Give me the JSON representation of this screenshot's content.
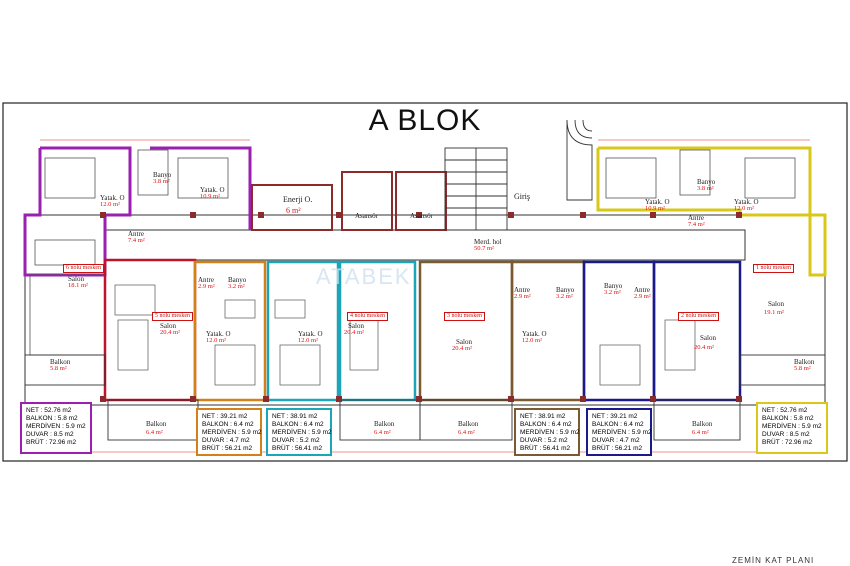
{
  "title": "A BLOK",
  "watermark": "ATABEK",
  "footer": "ZEMİN KAT PLANI",
  "colors": {
    "purple": "#9b1fb0",
    "red": "#c0122a",
    "orange": "#d2801a",
    "teal": "#1aa6b8",
    "brown": "#7a5a2e",
    "navy": "#1a1a8a",
    "yellow": "#d9c81a",
    "wall_accent": "#8b2b2b"
  },
  "units": [
    {
      "label": "6 nolu mesken"
    },
    {
      "label": "5 nolu mesken"
    },
    {
      "label": "4 nolu mesken"
    },
    {
      "label": "3 nolu mesken"
    },
    {
      "label": "2 nolu mesken"
    },
    {
      "label": "1 nolu mesken"
    }
  ],
  "rooms": [
    {
      "name": "Yatak. O",
      "area": "12.0 m²"
    },
    {
      "name": "Yatak. O",
      "area": "10.9 m²"
    },
    {
      "name": "Banyo",
      "area": "3.8 m²"
    },
    {
      "name": "Antre",
      "area": "7.4 m²"
    },
    {
      "name": "Salon",
      "area": "18.1 m²"
    },
    {
      "name": "Balkon",
      "area": "5.8 m²"
    },
    {
      "name": "Enerji O.",
      "area": "6 m²"
    },
    {
      "name": "Asansör",
      "area": ""
    },
    {
      "name": "Asansör",
      "area": ""
    },
    {
      "name": "Giriş",
      "area": ""
    },
    {
      "name": "Merd. hol",
      "area": "50.7 m²"
    },
    {
      "name": "Salon",
      "area": "20.4 m²"
    },
    {
      "name": "Yatak. O",
      "area": "12.0 m²"
    },
    {
      "name": "Antre",
      "area": "2.9 m²"
    },
    {
      "name": "Banyo",
      "area": "3.2 m²"
    },
    {
      "name": "Balkon",
      "area": "6.4 m²"
    },
    {
      "name": "Salon",
      "area": "20.4 m²"
    },
    {
      "name": "Yatak. O",
      "area": "12.0 m²"
    },
    {
      "name": "Balkon",
      "area": "6.4 m²"
    },
    {
      "name": "Salon",
      "area": "20.4 m²"
    },
    {
      "name": "Balkon",
      "area": "6.4 m²"
    },
    {
      "name": "Antre",
      "area": "2.9 m²"
    },
    {
      "name": "Banyo",
      "area": "3.2 m²"
    },
    {
      "name": "Yatak. O",
      "area": "12.0 m²"
    },
    {
      "name": "Salon",
      "area": "20.4 m²"
    },
    {
      "name": "Balkon",
      "area": "6.4 m²"
    },
    {
      "name": "Yatak. O",
      "area": "10.9 m²"
    },
    {
      "name": "Yatak. O",
      "area": "12.0 m²"
    },
    {
      "name": "Banyo",
      "area": "3.8 m²"
    },
    {
      "name": "Antre",
      "area": "7.4 m²"
    },
    {
      "name": "Salon",
      "area": "19.1 m²"
    },
    {
      "name": "Balkon",
      "area": "5.8 m²"
    },
    {
      "name": "Banyo",
      "area": "3.2 m²"
    },
    {
      "name": "Antre",
      "area": "2.9 m²"
    }
  ],
  "info_boxes": [
    {
      "lines": [
        "NET : 52.76 m2",
        "BALKON : 5.8 m2",
        "MERDİVEN : 5.9 m2",
        "DUVAR : 8.5 m2",
        "BRÜT : 72.96 m2"
      ]
    },
    {
      "lines": [
        "NET : 39.21 m2",
        "BALKON : 6.4 m2",
        "MERDİVEN : 5.9 m2",
        "DUVAR : 4.7 m2",
        "BRÜT : 56.21 m2"
      ]
    },
    {
      "lines": [
        "NET : 38.91 m2",
        "BALKON : 6.4 m2",
        "MERDİVEN : 5.9 m2",
        "DUVAR : 5.2 m2",
        "BRÜT : 56.41 m2"
      ]
    },
    {
      "lines": [
        "NET : 38.91 m2",
        "BALKON : 6.4 m2",
        "MERDİVEN : 5.9 m2",
        "DUVAR : 5.2 m2",
        "BRÜT : 56.41 m2"
      ]
    },
    {
      "lines": [
        "NET : 39.21 m2",
        "BALKON : 6.4 m2",
        "MERDİVEN : 5.9 m2",
        "DUVAR : 4.7 m2",
        "BRÜT : 56.21 m2"
      ]
    },
    {
      "lines": [
        "NET : 52.76 m2",
        "BALKON : 5.8 m2",
        "MERDİVEN : 5.9 m2",
        "DUVAR : 8.5 m2",
        "BRÜT : 72.96 m2"
      ]
    }
  ]
}
